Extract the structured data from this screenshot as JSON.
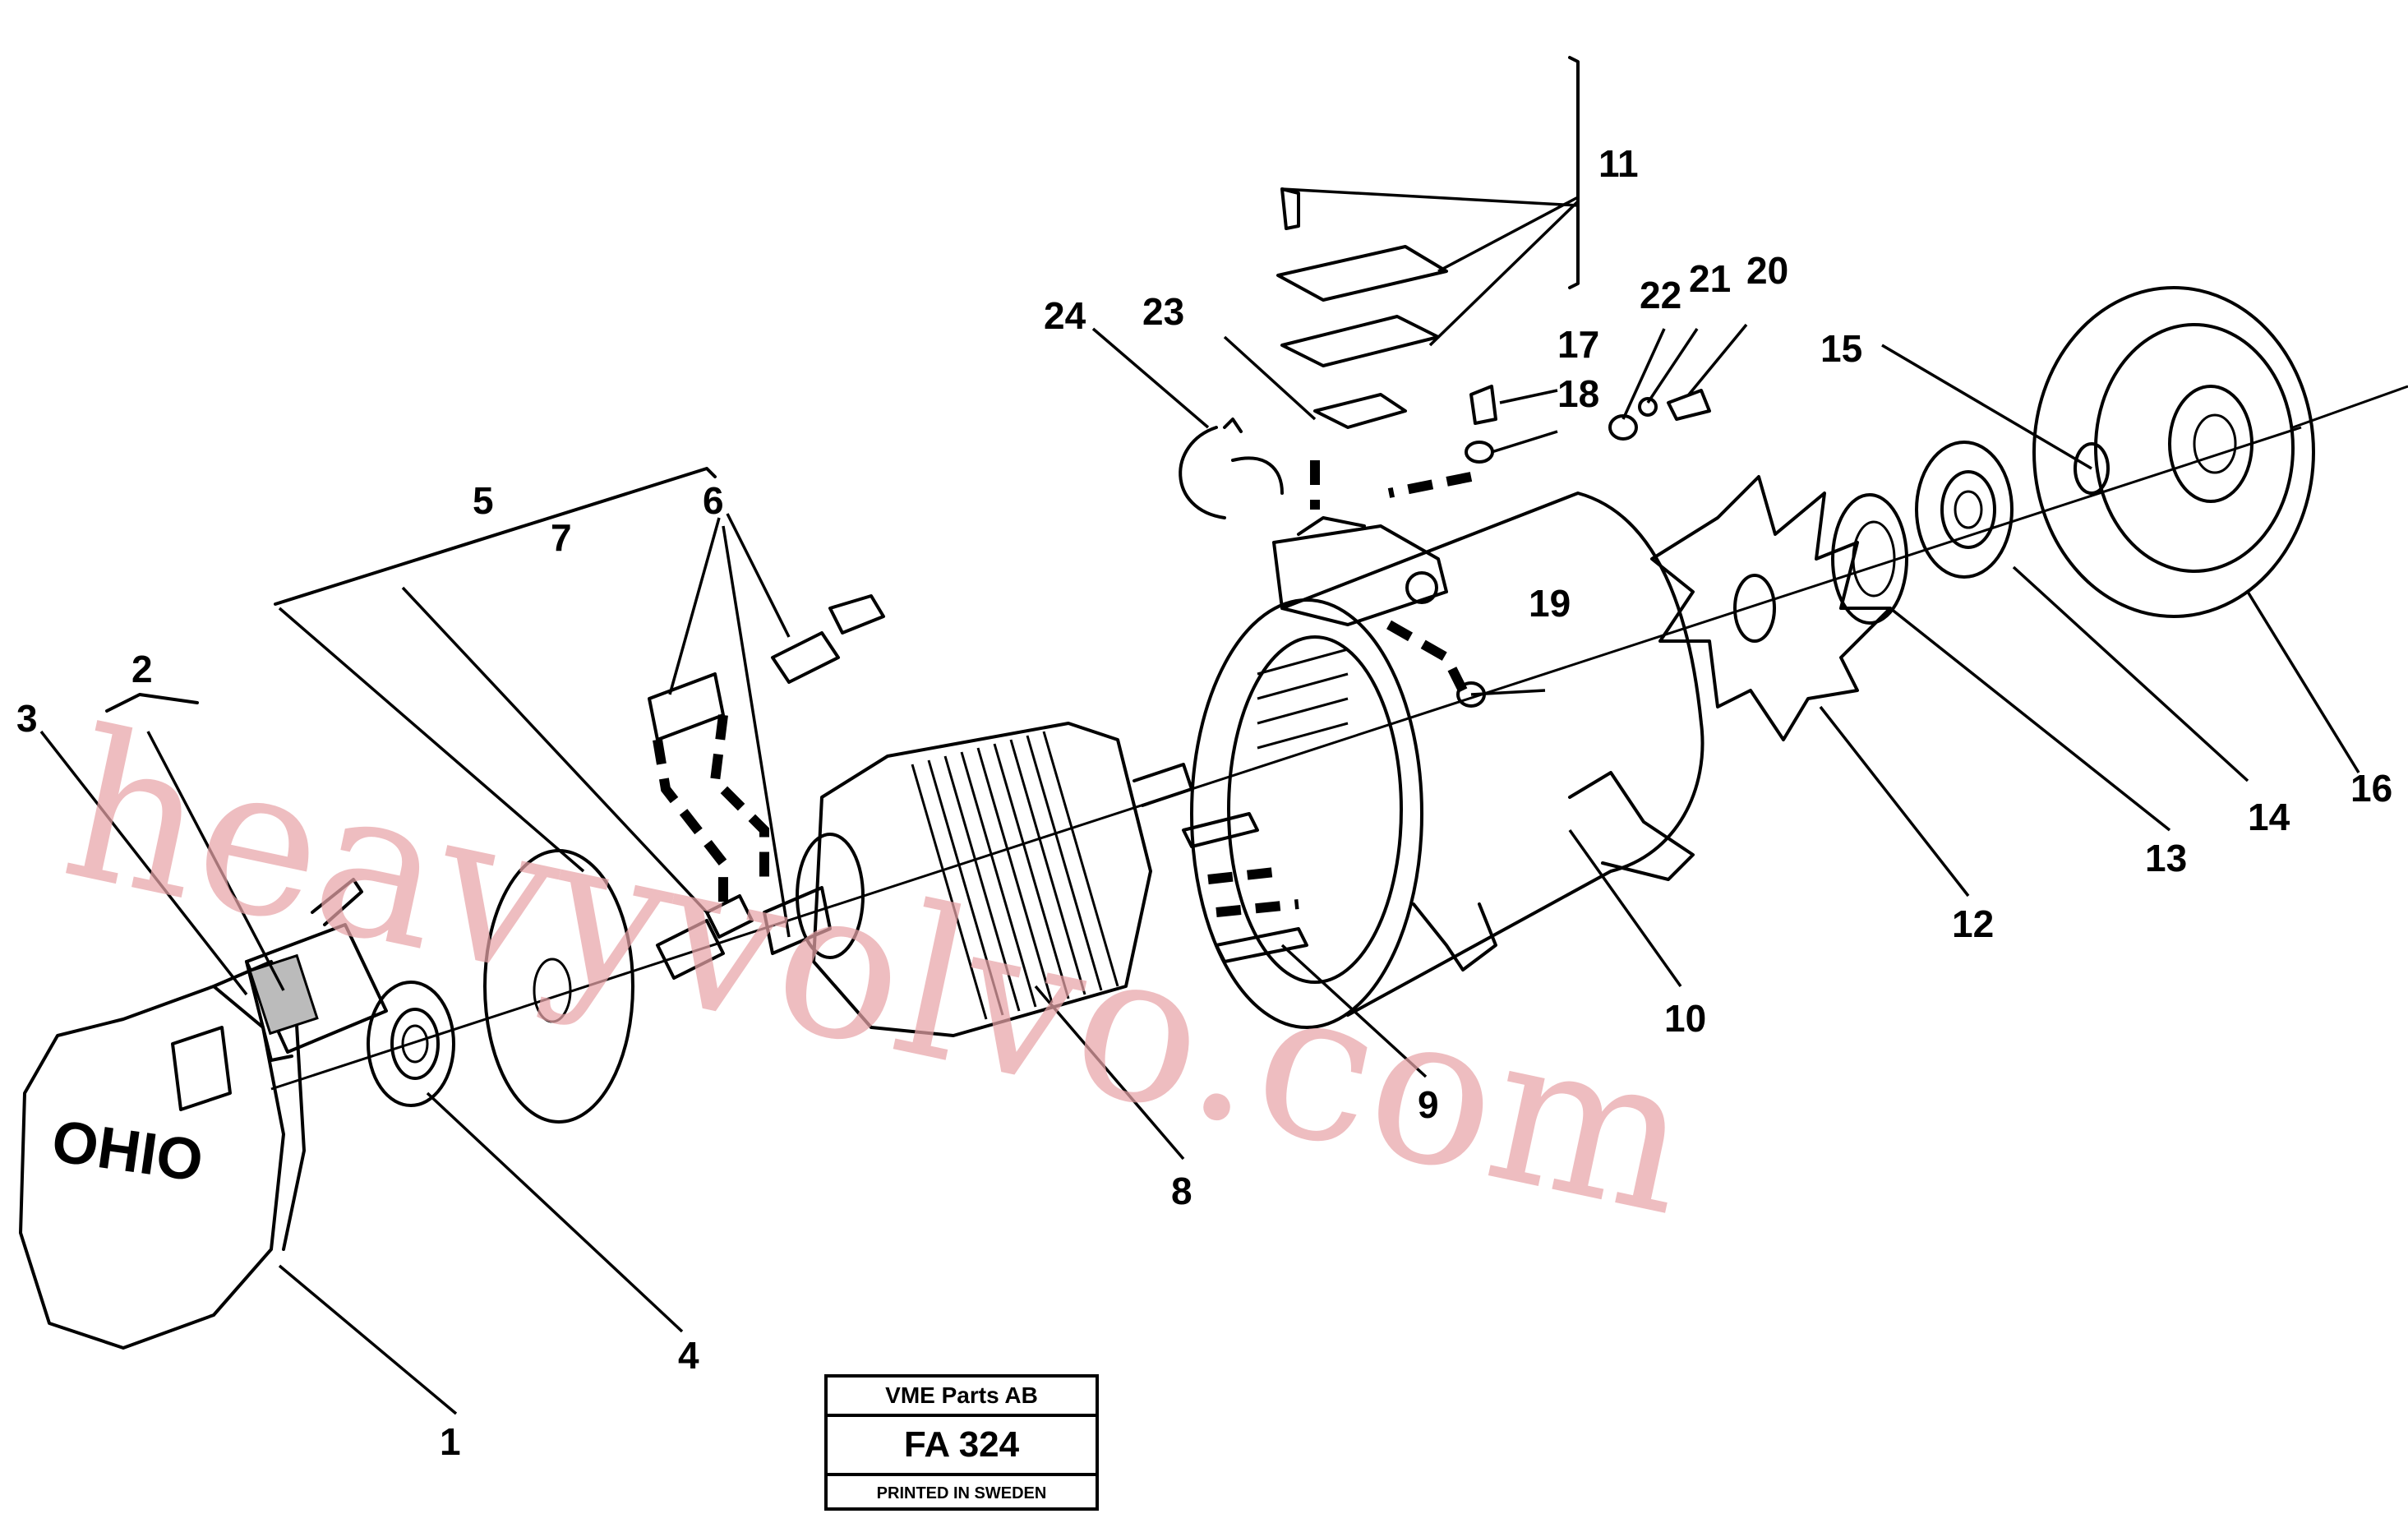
{
  "diagram": {
    "callouts": [
      {
        "id": "1",
        "label": "1"
      },
      {
        "id": "2",
        "label": "2"
      },
      {
        "id": "3",
        "label": "3"
      },
      {
        "id": "4",
        "label": "4"
      },
      {
        "id": "5",
        "label": "5"
      },
      {
        "id": "6",
        "label": "6"
      },
      {
        "id": "7",
        "label": "7"
      },
      {
        "id": "8",
        "label": "8"
      },
      {
        "id": "9",
        "label": "9"
      },
      {
        "id": "10",
        "label": "10"
      },
      {
        "id": "11",
        "label": "11"
      },
      {
        "id": "12",
        "label": "12"
      },
      {
        "id": "13",
        "label": "13"
      },
      {
        "id": "14",
        "label": "14"
      },
      {
        "id": "15",
        "label": "15"
      },
      {
        "id": "16",
        "label": "16"
      },
      {
        "id": "17",
        "label": "17"
      },
      {
        "id": "18",
        "label": "18"
      },
      {
        "id": "19",
        "label": "19"
      },
      {
        "id": "20",
        "label": "20"
      },
      {
        "id": "21",
        "label": "21"
      },
      {
        "id": "22",
        "label": "22"
      },
      {
        "id": "23",
        "label": "23"
      },
      {
        "id": "24",
        "label": "24"
      }
    ],
    "end_cover_text": "OHIO",
    "watermark": "heavyvolvo.com"
  },
  "stamp": {
    "company": "VME Parts AB",
    "code": "FA 324",
    "printed": "PRINTED IN SWEDEN"
  }
}
